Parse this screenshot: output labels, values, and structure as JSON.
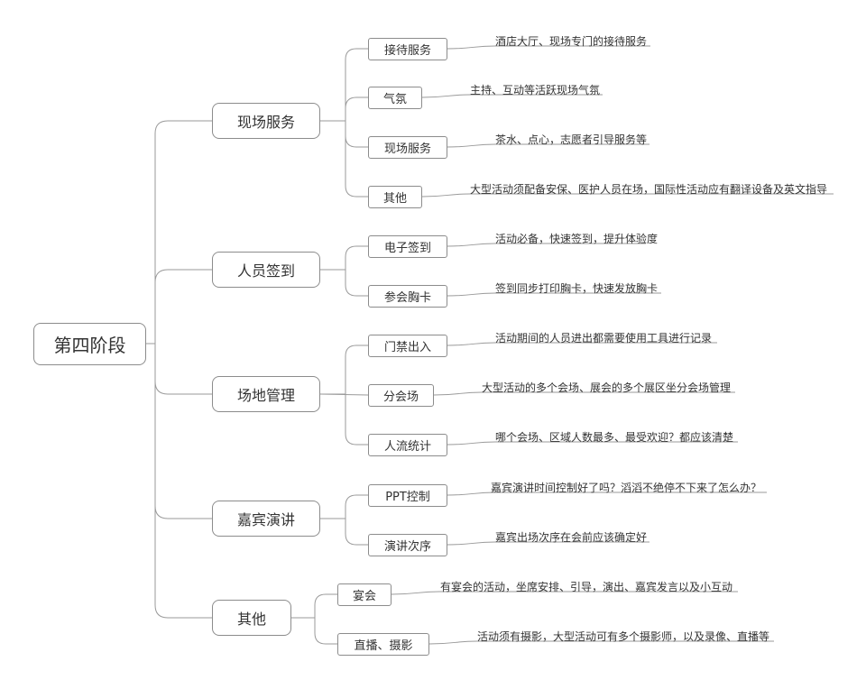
{
  "root": {
    "label": "第四阶段"
  },
  "branches": [
    {
      "label": "现场服务",
      "children": [
        {
          "label": "接待服务",
          "note": "酒店大厅、现场专门的接待服务"
        },
        {
          "label": "气氛",
          "note": "主持、互动等活跃现场气氛"
        },
        {
          "label": "现场服务",
          "note": "茶水、点心，志愿者引导服务等"
        },
        {
          "label": "其他",
          "note": "大型活动须配备安保、医护人员在场，国际性活动应有翻译设备及英文指导"
        }
      ]
    },
    {
      "label": "人员签到",
      "children": [
        {
          "label": "电子签到",
          "note": "活动必备，快速签到，提升体验度"
        },
        {
          "label": "参会胸卡",
          "note": "签到同步打印胸卡，快速发放胸卡"
        }
      ]
    },
    {
      "label": "场地管理",
      "children": [
        {
          "label": "门禁出入",
          "note": "活动期间的人员进出都需要使用工具进行记录"
        },
        {
          "label": "分会场",
          "note": "大型活动的多个会场、展会的多个展区坐分会场管理"
        },
        {
          "label": "人流统计",
          "note": "哪个会场、区域人数最多、最受欢迎？都应该清楚"
        }
      ]
    },
    {
      "label": "嘉宾演讲",
      "children": [
        {
          "label": "PPT控制",
          "note": "嘉宾演讲时间控制好了吗？滔滔不绝停不下来了怎么办？"
        },
        {
          "label": "演讲次序",
          "note": "嘉宾出场次序在会前应该确定好"
        }
      ]
    },
    {
      "label": "其他",
      "children": [
        {
          "label": "宴会",
          "note": "有宴会的活动，坐席安排、引导，演出、嘉宾发言以及小互动"
        },
        {
          "label": "直播、摄影",
          "note": "活动须有摄影，大型活动可有多个摄影师，以及录像、直播等"
        }
      ]
    }
  ],
  "colors": {
    "line": "#9a9a9a",
    "border": "#8c8c8c",
    "text": "#333333"
  }
}
